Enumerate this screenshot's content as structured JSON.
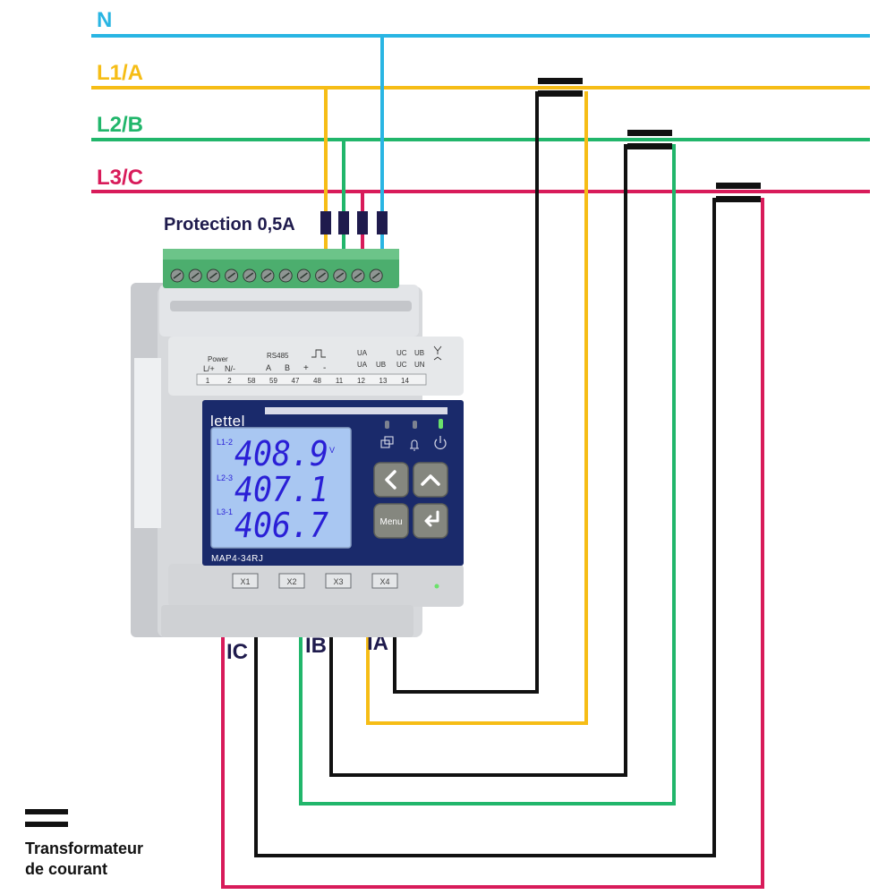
{
  "colors": {
    "neutral": "#29b5e3",
    "l1": "#f6bd16",
    "l2": "#21b66b",
    "l3": "#d81b5a",
    "ct_wire": "#111111",
    "label_dark": "#1f1b4d",
    "lcd_bg": "#a9c7f2",
    "lcd_digits": "#2a1fd6",
    "front_panel": "#1a2a6b",
    "terminal_block": "#4cae6e",
    "housing": "#d7d9dc"
  },
  "lines": {
    "neutral": "N",
    "l1": "L1/A",
    "l2": "L2/B",
    "l3": "L3/C"
  },
  "protection_label": "Protection 0,5A",
  "current_inputs": {
    "ia": "IA",
    "ib": "IB",
    "ic": "IC"
  },
  "legend": {
    "icon": "current-transformer-symbol",
    "line1": "Transformateur",
    "line2": "de courant"
  },
  "device": {
    "brand": "lettel",
    "model": "MAP4-34RJ",
    "terminals": {
      "power_title": "Power",
      "power_labels": [
        "L/+",
        "N/-"
      ],
      "rs485_title": "RS485",
      "rs485_labels": [
        "A",
        "B"
      ],
      "pulse_labels": [
        "+",
        "-"
      ],
      "voltage_labels_top": [
        "UA",
        "UC",
        "UB"
      ],
      "voltage_labels_bottom": [
        "UA",
        "UB",
        "UC",
        "UN"
      ],
      "numbers": [
        "1",
        "2",
        "58",
        "59",
        "47",
        "48",
        "11",
        "12",
        "13",
        "14"
      ]
    },
    "display": {
      "rows": [
        {
          "label": "L1-2",
          "value": "408.9"
        },
        {
          "label": "L2-3",
          "value": "407.1"
        },
        {
          "label": "L3-1",
          "value": "406.7"
        }
      ],
      "unit": "V"
    },
    "menu_button": "Menu",
    "bottom_ports": [
      "X1",
      "X2",
      "X3",
      "X4"
    ]
  }
}
